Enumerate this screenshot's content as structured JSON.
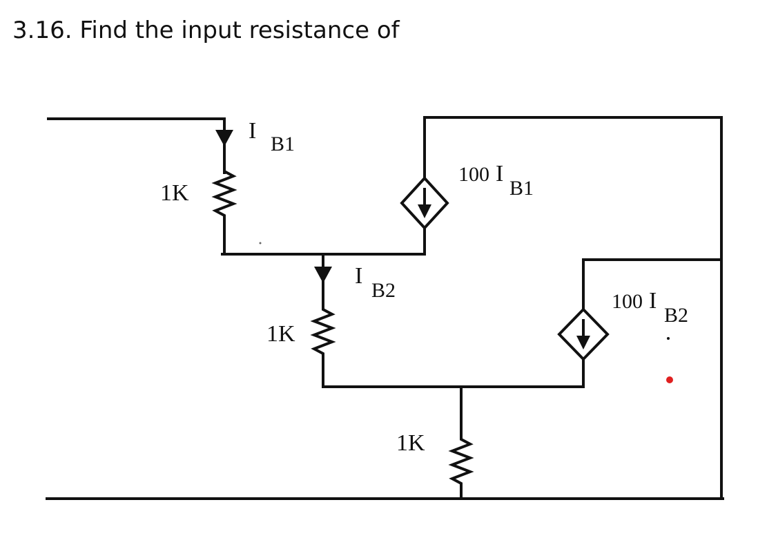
{
  "problem": {
    "title": "3.16. Find the input resistance of"
  },
  "circuit": {
    "resistor_labels": [
      "1K",
      "1K",
      "1K"
    ],
    "current_labels": [
      {
        "symbol": "I",
        "subscript": "B1"
      },
      {
        "symbol": "I",
        "subscript": "B2"
      }
    ],
    "sources": [
      {
        "gain": "100",
        "symbol": "I",
        "subscript": "B1"
      },
      {
        "gain": "100",
        "symbol": "I",
        "subscript": "B2"
      }
    ],
    "colors": {
      "wire": "#111111",
      "marker": "#e02020"
    }
  }
}
